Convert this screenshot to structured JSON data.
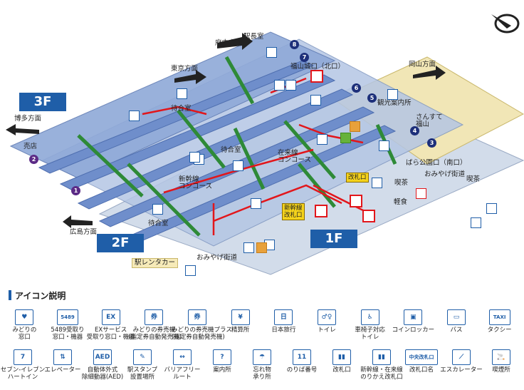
{
  "floors": {
    "f3": "3F",
    "f2": "2F",
    "f1": "1F"
  },
  "directions": {
    "fuchu": "府中方面",
    "tokyo": "東京方面",
    "hakata": "博多方面",
    "okayama": "岡山方面",
    "hiroshima": "広島方面"
  },
  "places": {
    "ekichoshitsu": "駅長室",
    "fukuyama_north": "福山城口（北口）",
    "kanko": "観光案内所",
    "sansute": "さんすて\n福山",
    "bara_south": "ばら公園口（南口）",
    "omiyage1": "おみやげ街道",
    "kissa1": "喫茶",
    "kissa2": "喫茶",
    "keishoku": "軽食",
    "baiten": "売店",
    "machiai3": "待合室",
    "machiai2": "待合室",
    "machiai1": "待合室",
    "shinkansen_concourse": "新幹線\nコンコース",
    "zairai_concourse": "在来線\nコンコース",
    "kaisatsu": "改札口",
    "shinkansen_kaisatsu": "新幹線\n改札口",
    "omiyage2": "おみやげ街道",
    "rentacar": "駅レンタカー"
  },
  "platform_numbers": [
    "8",
    "7",
    "6",
    "5",
    "4",
    "3",
    "2",
    "1"
  ],
  "legend": {
    "title": "アイコン説明",
    "row1": [
      {
        "icon": "midori-icon",
        "glyph": "♥",
        "label": "みどりの\n窓口"
      },
      {
        "icon": "5489-icon",
        "glyph": "5489",
        "label": "5489受取り\n窓口・機器"
      },
      {
        "icon": "ex-service-icon",
        "glyph": "EX",
        "label": "EXサービス\n受取り窓口・機器"
      },
      {
        "icon": "ticket-machine-icon",
        "glyph": "券",
        "label": "みどりの券売機\n(指定券自動発売機)"
      },
      {
        "icon": "ticket-machine-plus-icon",
        "glyph": "券",
        "label": "みどりの券売機プラス\n(指定券自動発売機)"
      },
      {
        "icon": "fare-adjust-icon",
        "glyph": "¥",
        "label": "精算所"
      },
      {
        "icon": "nippon-travel-icon",
        "glyph": "日",
        "label": "日本旅行"
      },
      {
        "icon": "toilet-icon",
        "glyph": "♂♀",
        "label": "トイレ"
      },
      {
        "icon": "accessible-toilet-icon",
        "glyph": "♿",
        "label": "車椅子対応\nトイレ"
      },
      {
        "icon": "coin-locker-icon",
        "glyph": "▣",
        "label": "コインロッカー"
      },
      {
        "icon": "bus-icon",
        "glyph": "▭",
        "label": "バス"
      },
      {
        "icon": "taxi-icon",
        "glyph": "TAXI",
        "label": "タクシー"
      }
    ],
    "row2": [
      {
        "icon": "seven-eleven-icon",
        "glyph": "7",
        "label": "セブン-イレブン\nハートイン"
      },
      {
        "icon": "elevator-icon",
        "glyph": "⇅",
        "label": "エレベーター"
      },
      {
        "icon": "aed-icon",
        "glyph": "AED",
        "label": "自動体外式\n除細動器(AED)"
      },
      {
        "icon": "stamp-icon",
        "glyph": "✎",
        "label": "駅スタンプ\n設置場所"
      },
      {
        "icon": "barrier-free-icon",
        "glyph": "↔",
        "label": "バリアフリー\nルート"
      },
      {
        "icon": "information-icon",
        "glyph": "?",
        "label": "案内所"
      },
      {
        "icon": "lost-found-icon",
        "glyph": "☂",
        "label": "忘れ物\n承り所"
      },
      {
        "icon": "platform-number-icon",
        "glyph": "11",
        "label": "のりば番号"
      },
      {
        "icon": "ticket-gate-icon",
        "glyph": "▮▮",
        "label": "改札口"
      },
      {
        "icon": "transfer-gate-icon",
        "glyph": "▮▮",
        "label": "新幹線・在来線\nのりかえ改札口"
      },
      {
        "icon": "gate-name-icon",
        "glyph": "中央改札口",
        "label": "改札口名"
      },
      {
        "icon": "escalator-icon",
        "glyph": "⟋",
        "label": "エスカレーター"
      },
      {
        "icon": "smoking-icon",
        "glyph": "🚬",
        "label": "喫煙所"
      }
    ]
  },
  "colors": {
    "accent": "#1f5ea8",
    "platform": "#6c8fc9",
    "floor": "#c7d4e8",
    "route": "#e2161b",
    "escalator": "#3aa043"
  }
}
